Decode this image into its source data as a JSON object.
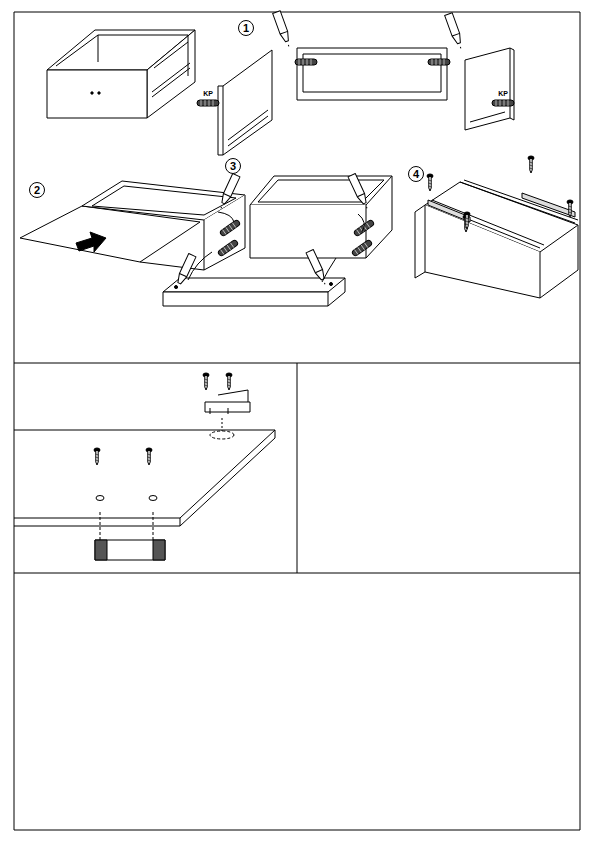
{
  "diagram": {
    "nodes": [
      {
        "text": [
          "1"
        ]
      },
      {
        "text": [
          "2"
        ]
      },
      {
        "text": [
          "3"
        ]
      },
      {
        "text": [
          "4"
        ]
      }
    ],
    "labels": [
      "KP",
      "KP"
    ]
  }
}
